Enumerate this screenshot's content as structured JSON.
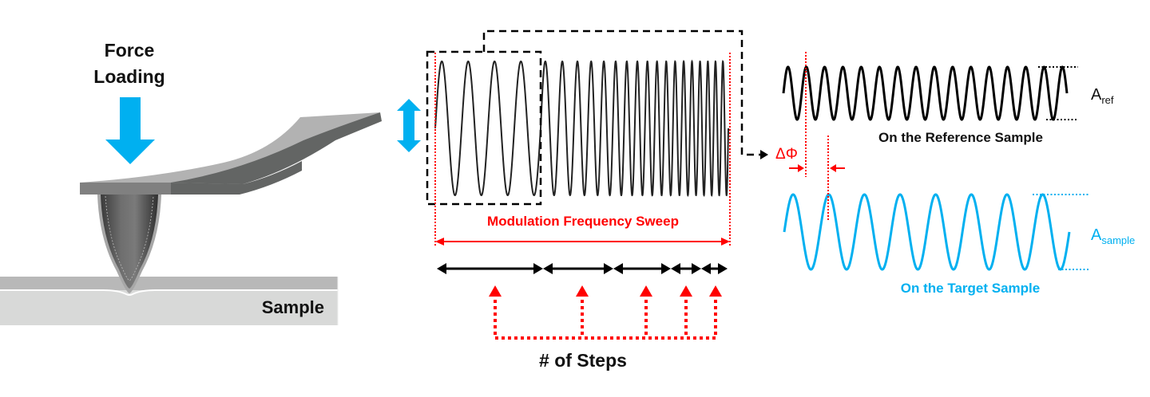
{
  "labels": {
    "force_line1": "Force",
    "force_line2": "Loading",
    "sample": "Sample",
    "sweep": "Modulation Frequency Sweep",
    "steps": "# of Steps",
    "reference": "On the Reference Sample",
    "target": "On the Target Sample",
    "delta_phi": "ΔΦ",
    "a_ref_main": "A",
    "a_ref_sub": "ref",
    "a_sample_main": "A",
    "a_sample_sub": "sample"
  },
  "colors": {
    "accent_blue": "#00b0f0",
    "highlight_red": "#ff0000",
    "black": "#000000",
    "cantilever_top": "#b2b2b2",
    "cantilever_side": "#636564",
    "cantilever_front": "#808080",
    "sample_top": "#b8b8b8",
    "sample_body": "#d8d9d8"
  },
  "icons": {
    "force_arrow": "arrow-down-icon",
    "oscillation_arrow": "arrow-up-down-icon"
  },
  "sweep": {
    "boxed_cycles": 4,
    "total_cycles": 22,
    "frequency_steps": 5
  },
  "signals": {
    "reference_cycles": 15.5,
    "target_cycles": 8,
    "amplitude_ratio_sample_to_ref": 1.4
  }
}
